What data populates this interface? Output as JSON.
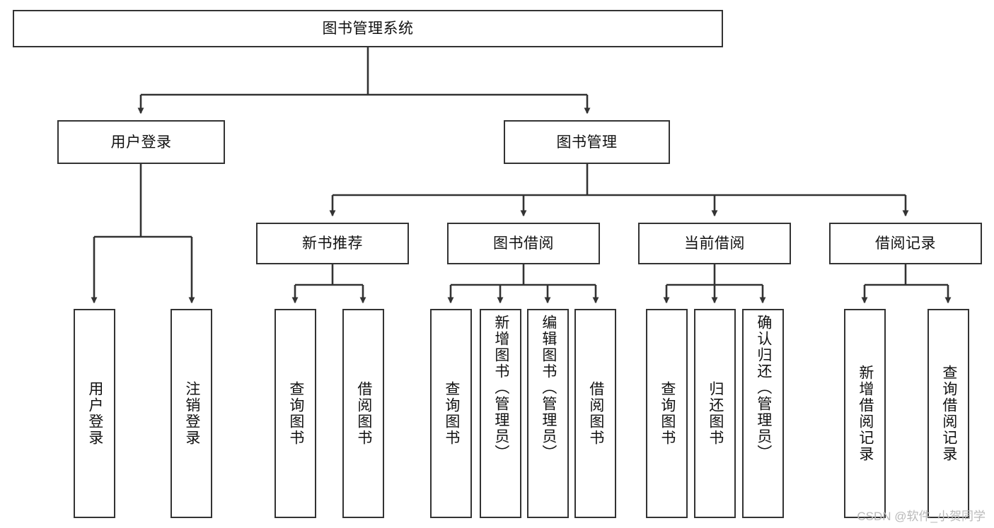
{
  "diagram": {
    "title": "图书管理系统",
    "type": "tree-hierarchy-chart",
    "root": {
      "id": "root",
      "label": "图书管理系统"
    },
    "level2": [
      {
        "id": "user-login",
        "label": "用户登录"
      },
      {
        "id": "book-manage",
        "label": "图书管理"
      }
    ],
    "level3": [
      {
        "id": "new-book-rec",
        "label": "新书推荐"
      },
      {
        "id": "book-borrow",
        "label": "图书借阅"
      },
      {
        "id": "current-borrow",
        "label": "当前借阅"
      },
      {
        "id": "borrow-record",
        "label": "借阅记录"
      }
    ],
    "leaves": {
      "user_login": [
        {
          "id": "leaf-user-login",
          "label": "用户登录"
        },
        {
          "id": "leaf-logout-login",
          "label": "注销登录"
        }
      ],
      "new_book_rec": [
        {
          "id": "leaf-query-book-1",
          "label": "查询图书"
        },
        {
          "id": "leaf-borrow-book-1",
          "label": "借阅图书"
        }
      ],
      "book_borrow": [
        {
          "id": "leaf-query-book-2",
          "label": "查询图书"
        },
        {
          "id": "leaf-add-book",
          "label": "新增图书（管理员）"
        },
        {
          "id": "leaf-edit-book",
          "label": "编辑图书（管理员）"
        },
        {
          "id": "leaf-borrow-book-2",
          "label": "借阅图书"
        }
      ],
      "current_borrow": [
        {
          "id": "leaf-query-book-3",
          "label": "查询图书"
        },
        {
          "id": "leaf-return-book",
          "label": "归还图书"
        },
        {
          "id": "leaf-confirm-return",
          "label": "确认归还（管理员）"
        }
      ],
      "borrow_record": [
        {
          "id": "leaf-add-record",
          "label": "新增借阅记录"
        },
        {
          "id": "leaf-query-record",
          "label": "查询借阅记录"
        }
      ]
    }
  },
  "watermark": {
    "text": "CSDN @软件_小贺同学"
  },
  "colors": {
    "stroke": "#333333",
    "background": "#ffffff",
    "text": "#111111",
    "watermark": "#b9b9b9"
  }
}
